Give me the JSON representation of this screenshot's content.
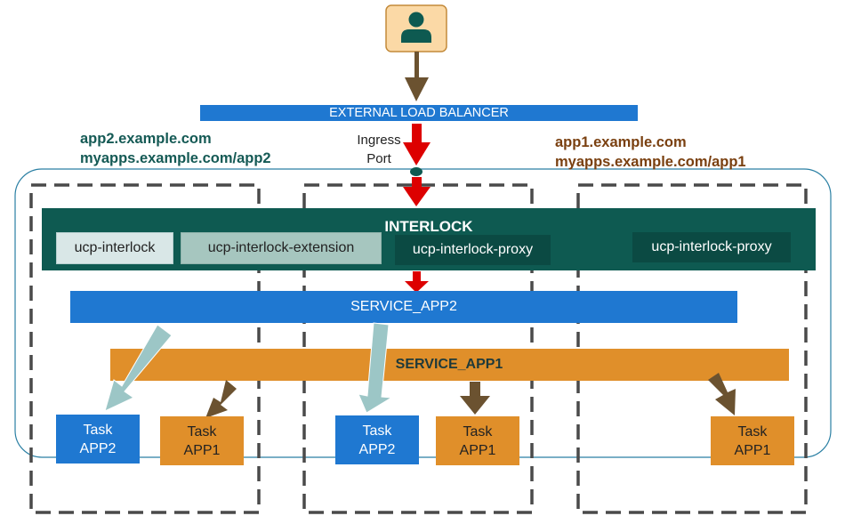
{
  "diagram": {
    "load_balancer": "EXTERNAL LOAD BALANCER",
    "ingress_label": "Ingress\nPort",
    "app2_domains": [
      "app2.example.com",
      "myapps.example.com/app2"
    ],
    "app1_domains": [
      "app1.example.com",
      "myapps.example.com/app1"
    ],
    "interlock": {
      "title": "INTERLOCK",
      "components": [
        "ucp-interlock",
        "ucp-interlock-extension",
        "ucp-interlock-proxy",
        "ucp-interlock-proxy"
      ]
    },
    "service_app2": "SERVICE_APP2",
    "service_app1": "SERVICE_APP1",
    "tasks": [
      "Task\nAPP2",
      "Task\nAPP1",
      "Task\nAPP2",
      "Task\nAPP1",
      "Task\nAPP1"
    ],
    "colors": {
      "blue": "#1f78d1",
      "orange": "#e08f2a",
      "teal": "#0e5a51",
      "app2_text": "#155a55",
      "app1_text": "#7a4010",
      "ingress_arrow": "#dd0000",
      "brown_arrow": "#6b5230",
      "light_arrow": "#9cc6c6",
      "user_bg": "#fbd9a6",
      "user_border": "#c38a3a"
    },
    "icons": {
      "user": "user-icon"
    }
  }
}
